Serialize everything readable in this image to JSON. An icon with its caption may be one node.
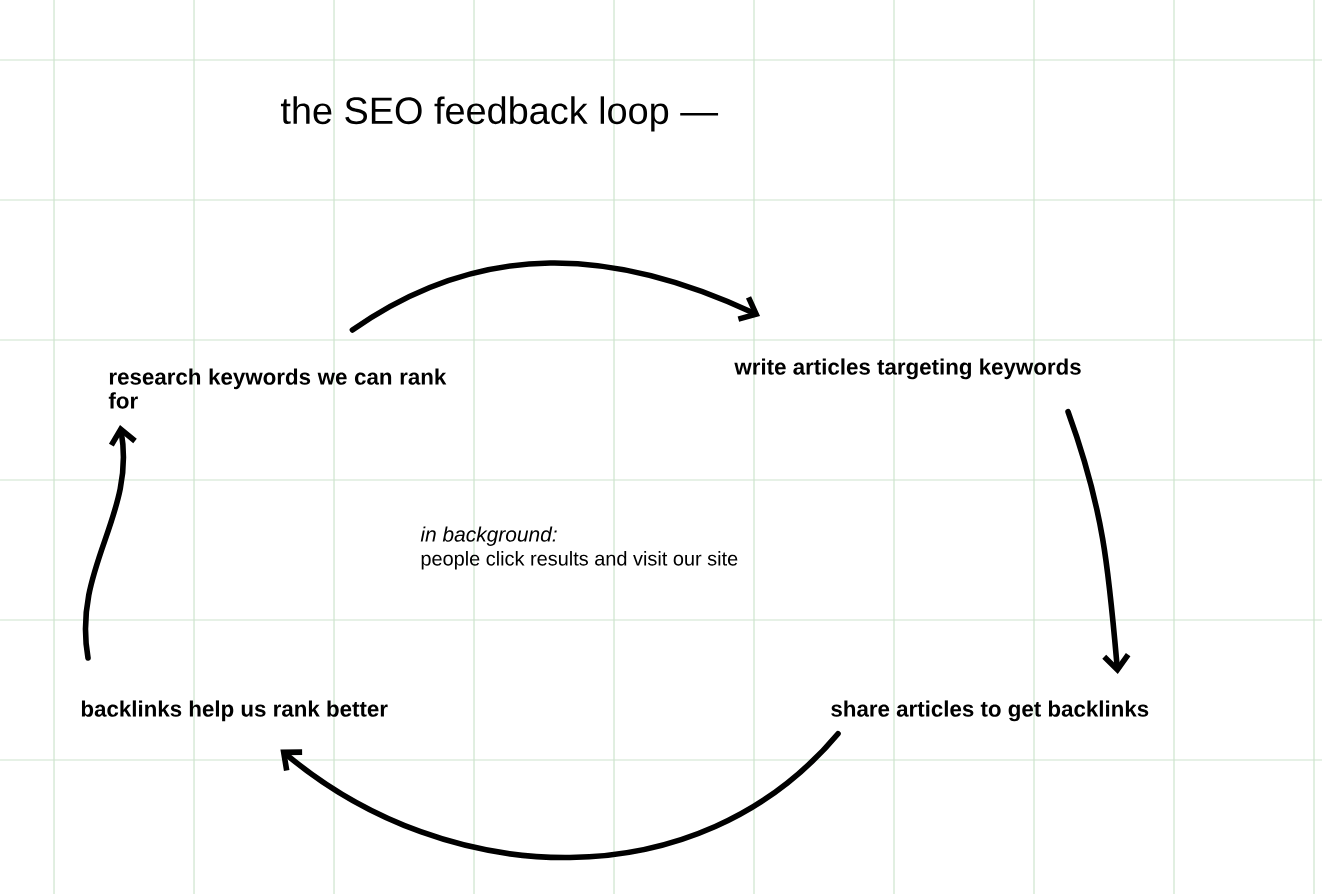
{
  "diagram": {
    "title": "the SEO feedback loop —",
    "nodes": [
      {
        "text": [
          "research keywords we can rank for"
        ]
      },
      {
        "text": [
          "write articles targeting keywords"
        ]
      },
      {
        "text": [
          "share articles to get backlinks"
        ]
      },
      {
        "text": [
          "backlinks help us rank better"
        ]
      }
    ],
    "edges": [
      {
        "from": 0,
        "to": 1,
        "arrow": "to"
      },
      {
        "from": 1,
        "to": 2,
        "arrow": "to"
      },
      {
        "from": 2,
        "to": 3,
        "arrow": "to"
      },
      {
        "from": 3,
        "to": 0,
        "arrow": "to"
      }
    ],
    "labels": [
      "in background:",
      "people click results and visit our site"
    ]
  }
}
